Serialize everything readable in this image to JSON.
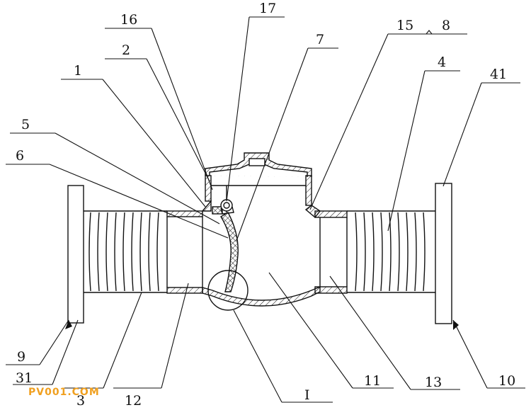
{
  "diagram": {
    "labels": [
      {
        "id": "16",
        "text": "16"
      },
      {
        "id": "17",
        "text": "17"
      },
      {
        "id": "2",
        "text": "2"
      },
      {
        "id": "7",
        "text": "7"
      },
      {
        "id": "15",
        "text": "15"
      },
      {
        "id": "8",
        "text": "8"
      },
      {
        "id": "1",
        "text": "1"
      },
      {
        "id": "4",
        "text": "4"
      },
      {
        "id": "41",
        "text": "41"
      },
      {
        "id": "5",
        "text": "5"
      },
      {
        "id": "6",
        "text": "6"
      },
      {
        "id": "9",
        "text": "9"
      },
      {
        "id": "31",
        "text": "31"
      },
      {
        "id": "3",
        "text": "3"
      },
      {
        "id": "12",
        "text": "12"
      },
      {
        "id": "I",
        "text": "I"
      },
      {
        "id": "11",
        "text": "11"
      },
      {
        "id": "13",
        "text": "13"
      },
      {
        "id": "10",
        "text": "10"
      }
    ],
    "watermark": "PV001.COM",
    "colors": {
      "line": "#111111",
      "watermark": "#f0a020",
      "background": "#ffffff"
    }
  }
}
